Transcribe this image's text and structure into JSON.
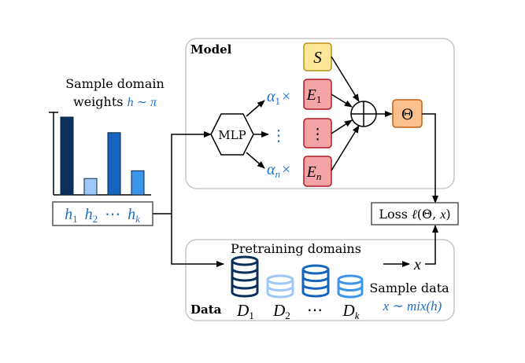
{
  "model_panel": {
    "label": "Model"
  },
  "data_panel": {
    "label": "Data"
  },
  "weights_caption": {
    "line1": "Sample domain",
    "line2_prefix": "weights ",
    "line2_math": "h ∼ π"
  },
  "weights_vector": {
    "items": [
      {
        "base": "h",
        "sub": "1"
      },
      {
        "base": "h",
        "sub": "2"
      },
      {
        "ellipsis": "⋯"
      },
      {
        "base": "h",
        "sub": "k"
      }
    ]
  },
  "domain_weights_bars": {
    "values": [
      1.0,
      0.21,
      0.8,
      0.31
    ],
    "colors": [
      "#0b2e5c",
      "#9ec8f5",
      "#1565c0",
      "#3d95ea"
    ]
  },
  "mlp": {
    "label": "MLP"
  },
  "experts": {
    "top": {
      "label": "S"
    },
    "rows": [
      {
        "coef_base": "α",
        "coef_sub": "1",
        "times": "×",
        "expert_base": "E",
        "expert_sub": "1"
      },
      {
        "vdots": "⋮"
      },
      {
        "coef_base": "α",
        "coef_sub": "n",
        "times": "×",
        "expert_base": "E",
        "expert_sub": "n"
      }
    ]
  },
  "sum_node": {
    "symbol": "+"
  },
  "theta": {
    "label": "Θ"
  },
  "loss": {
    "prefix": "Loss ",
    "ell": "ℓ",
    "args_open": "(",
    "theta": "Θ",
    "comma": ", ",
    "x": "x",
    "args_close": ")"
  },
  "pretraining": {
    "label": "Pretraining domains"
  },
  "domains": [
    {
      "base": "D",
      "sub": "1",
      "color": "#0b2e5c"
    },
    {
      "base": "D",
      "sub": "2",
      "color": "#9ec8f5"
    },
    {
      "ellipsis": "⋯"
    },
    {
      "base": "D",
      "sub": "k",
      "color": "#3d95ea"
    }
  ],
  "middle_db_color": "#1565c0",
  "sample_x": {
    "label": "x"
  },
  "sample_data": {
    "line1": "Sample data",
    "math": "x ∼ mix(h)"
  },
  "colors": {
    "accent_blue": "#1f6fc5",
    "expert_fill": "#f4a3a6",
    "expert_stroke": "#b11c24",
    "s_fill": "#fde89a",
    "s_stroke": "#b89318",
    "theta_fill": "#fcc08f",
    "theta_stroke": "#c85e10",
    "panel_stroke": "#c7c7c7"
  }
}
